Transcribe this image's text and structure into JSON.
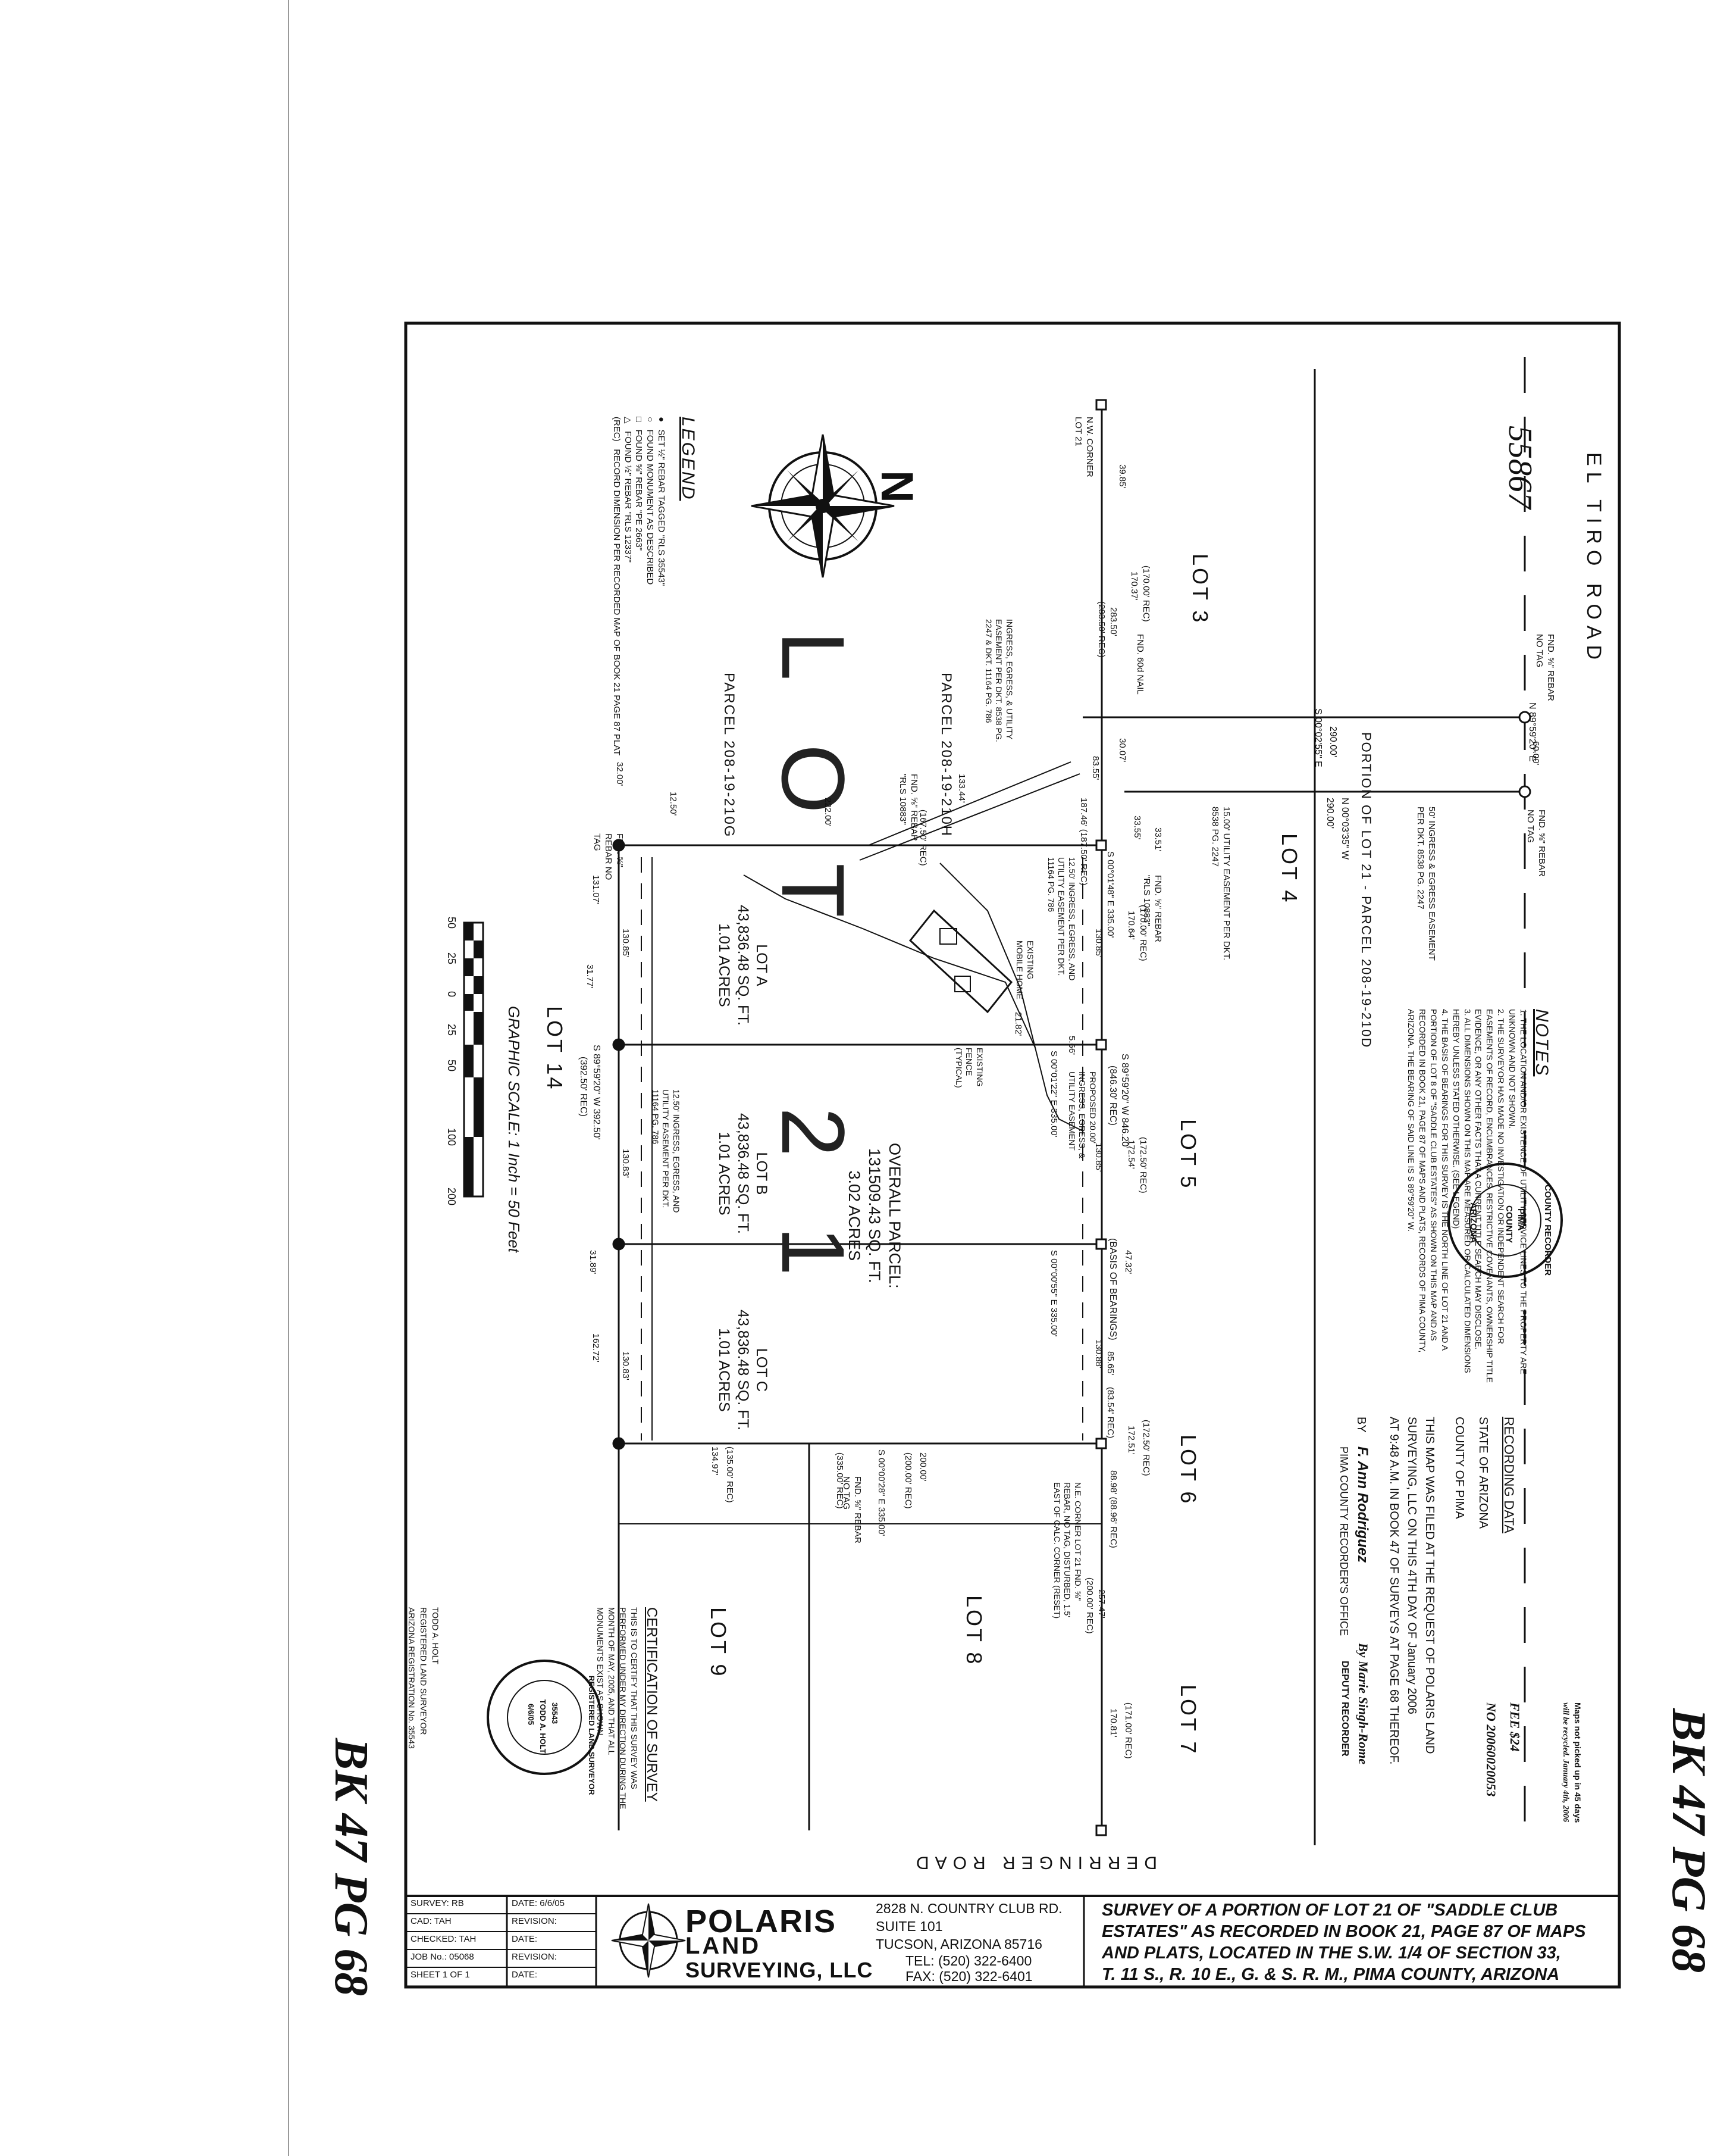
{
  "stamp_number": "55867",
  "book_page": "BK 47 PG 68",
  "roads": {
    "el_tiro": "EL TIRO ROAD",
    "derringer": "DERRINGER ROAD"
  },
  "lots": {
    "lot3": "LOT 3",
    "lot4": "LOT 4",
    "lot5": "LOT 5",
    "lot6": "LOT 6",
    "lot7": "LOT 7",
    "lot8": "LOT 8",
    "lot9": "LOT 9",
    "lot14": "LOT 14"
  },
  "parcels": {
    "lot_a": {
      "name": "LOT A",
      "area": "43,836.48 SQ. FT.",
      "acres": "1.01 ACRES"
    },
    "lot_b": {
      "name": "LOT B",
      "area": "43,836.48 SQ. FT.",
      "acres": "1.01 ACRES"
    },
    "lot_c": {
      "name": "LOT C",
      "area": "43,836.48 SQ. FT.",
      "acres": "1.01 ACRES"
    },
    "overall": {
      "name": "OVERALL PARCEL:",
      "area": "131509.43 SQ. FT.",
      "acres": "3.02 ACRES"
    },
    "p210h": "PARCEL 208-19-210H",
    "p210g": "PARCEL 208-19-210G",
    "p210d": "PORTION OF LOT 21 - PARCEL 208-19-210D"
  },
  "big_lot_letters": [
    "L",
    "O",
    "T",
    "2",
    "1"
  ],
  "bearings": {
    "b1": "S 00°02'55\" E",
    "b2": "290.00'",
    "b3": "N 00°03'35\" W",
    "b4": "290.00'",
    "b5": "S 00°01'48\" E 335.00'",
    "b6": "S 00°01'22\" E 335.00'",
    "b7": "S 00°00'55\" E 335.00'",
    "b8": "S 00°00'28\" E 335.00'",
    "b9": "S 89°59'20\" W 846.20'",
    "b10": "(846.30' REC)",
    "b11": "S 89°59'20\" W 392.50'",
    "b12": "(392.50' REC)",
    "b13": "N 89°59'20\" E",
    "b14": "(BASIS OF BEARINGS)",
    "b15": "200.00'",
    "b16": "(200.00' REC)",
    "b17": "222.00'",
    "b18": "(167.50' REC)",
    "b19": "(335.00' REC)",
    "b20": "130.85'",
    "b21": "130.85'",
    "b22": "130.88'",
    "b23": "130.85'",
    "b24": "130.83'",
    "b25": "130.83'",
    "b26": "170.37'",
    "b27": "(170.00' REC)",
    "b28": "283.50'",
    "b29": "(283.50' REC)",
    "b30": "39.85'",
    "b31": "30.07'",
    "b32": "33.55'",
    "b33": "83.55'",
    "b34": "33.51'",
    "b35": "12.50'",
    "b36": "32.00'",
    "b37": "31.77'",
    "b38": "162.72'",
    "b39": "131.07'",
    "b40": "47.32'",
    "b41": "5.66'",
    "b42": "21.82'",
    "b43": "60.00'",
    "b44": "31.89'",
    "b45": "172.54'",
    "b46": "(172.50' REC)",
    "b47": "170.64'",
    "b48": "(170.00' REC)",
    "b49": "257.47'",
    "b50": "(200.00' REC)",
    "b51": "170.81'",
    "b52": "(171.00' REC)",
    "b53": "134.97'",
    "b54": "(135.00' REC)",
    "b55": "85.65'",
    "b56": "(83.54' REC)",
    "b57": "172.51'",
    "b58": "(172.50' REC)",
    "b59": "88.98' (88.96' REC)",
    "b60": "133.44'",
    "b61": "187.46' (187.50' REC)"
  },
  "callouts": {
    "c1": "FND. ⅝\" REBAR NO TAG",
    "c2": "FND. 60d NAIL",
    "c3": "FND. ⅝\" REBAR NO TAG",
    "c4": "FND. ⅝\" REBAR \"RLS 10883\"",
    "c5": "FND. ⅝\" REBAR \"RLS 10883\"",
    "c6": "FND. ⅝\" REBAR NO TAG",
    "c7": "FND. ⅝\" REBAR NO TAG",
    "c8": "N.W. CORNER LOT 21",
    "c9": "N.E. CORNER LOT 21 FND. ⅝\" REBAR, NO TAG, DISTURBED, 1.5' EAST OF CALC. CORNER (RESET)",
    "c10": "50' INGRESS & EGRESS EASEMENT PER DKT. 8538 PG. 2247",
    "c11": "15.00' UTILITY EASEMENT PER DKT. 8538 PG. 2247",
    "c12": "INGRESS, EGRESS, & UTILITY EASEMENT PER DKT. 8538 PG. 2247 & DKT. 11164 PG. 786",
    "c13": "12.50' INGRESS, EGRESS, AND UTILITY EASEMENT PER DKT. 11164 PG. 786",
    "c14": "12.50' INGRESS, EGRESS, AND UTILITY EASEMENT PER DKT. 11164 PG. 786",
    "c15": "EXISTING MOBILE HOME",
    "c16": "EXISTING FENCE (TYPICAL)",
    "c17": "PROPOSED 20.00' INGRESS, EGRESS, & UTILITY EASEMENT"
  },
  "legend": {
    "title": "LEGEND",
    "items": [
      {
        "sym": "●",
        "text": "SET ½\" REBAR TAGGED \"RLS 35543\""
      },
      {
        "sym": "○",
        "text": "FOUND MONUMENT AS DESCRIBED"
      },
      {
        "sym": "□",
        "text": "FOUND ⅝\" REBAR \"PE 2663\""
      },
      {
        "sym": "△",
        "text": "FOUND ½\" REBAR \"RLS 12337\""
      },
      {
        "sym": "(REC)",
        "text": "RECORD DIMENSION PER RECORDED MAP OF BOOK 21 PAGE 87 PLAT"
      }
    ]
  },
  "north_label": "N",
  "scale": {
    "title": "GRAPHIC SCALE: 1 Inch = 50 Feet",
    "ticks": [
      "50",
      "25",
      "0",
      "25",
      "50",
      "100",
      "200"
    ]
  },
  "notes": {
    "title": "NOTES",
    "items": [
      "1. THE LOCATION AND/OR EXISTENCE OF UTILITY SERVICE LINES TO THE PROPERTY ARE UNKNOWN AND NOT SHOWN.",
      "2. THE SURVEYOR HAS MADE NO INVESTIGATION OR INDEPENDENT SEARCH FOR EASEMENTS OF RECORD, ENCUMBRANCES, RESTRICTIVE COVENANTS, OWNERSHIP TITLE EVIDENCE, OR ANY OTHER FACTS THAT A CURRENT TITLE SEARCH MAY DISCLOSE.",
      "3. ALL DIMENSIONS SHOWN ON THIS MAP ARE MEASURED OR CALCULATED DIMENSIONS HEREBY UNLESS STATED OTHERWISE. (SEE LEGEND)",
      "4. THE BASIS OF BEARINGS FOR THIS SURVEY IS THE NORTH LINE OF LOT 21 AND A PORTION OF LOT 8 OF \"SADDLE CLUB ESTATES\" AS SHOWN ON THIS MAP AND AS RECORDED IN BOOK 21, PAGE 87 OF MAPS AND PLATS, RECORDS OF PIMA COUNTY, ARIZONA. THE BEARING OF SAID LINE IS S 89°59'20\" W."
    ]
  },
  "recording": {
    "title": "RECORDING DATA",
    "state": "STATE OF ARIZONA",
    "county": "COUNTY OF PIMA",
    "line1": "THIS MAP WAS FILED AT THE REQUEST OF POLARIS LAND",
    "line2": "SURVEYING, LLC ON THIS 4TH DAY OF January 2006",
    "line3": "AT 9:48 A.M. IN BOOK 47 OF SURVEYS AT PAGE 68 THEREOF.",
    "by": "BY",
    "recorder_name": "F. Ann Rodriguez",
    "recorder_office": "PIMA COUNTY RECORDER'S OFFICE",
    "deputy_sig": "By Marie Singh-Rome",
    "deputy": "DEPUTY RECORDER",
    "fee": "FEE $24",
    "no": "NO 20060020053",
    "pickup1": "Maps not picked up in 45 days",
    "pickup2": "will be recycled. January 4th, 2006",
    "seal_ring": "COUNTY RECORDER",
    "seal_c1": "PIMA",
    "seal_c2": "COUNTY",
    "seal_c3": "ARIZONA"
  },
  "certification": {
    "title": "CERTIFICATION OF SURVEY",
    "body": "THIS IS TO CERTIFY THAT THIS SURVEY WAS PERFORMED UNDER MY DIRECTION DURING THE MONTH OF MAY, 2005, AND THAT ALL MONUMENTS EXIST AS SHOWN.",
    "name": "TODD A. HOLT",
    "role": "REGISTERED LAND SURVEYOR",
    "reg": "ARIZONA REGISTRATION No. 35543",
    "seal_ring": "REGISTERED LAND SURVEYOR",
    "seal_n": "35543",
    "seal_name": "TODD A. HOLT",
    "seal_date": "6/6/05"
  },
  "title_block": {
    "survey_by": "SURVEY: RB",
    "cad": "CAD: TAH",
    "checked": "CHECKED: TAH",
    "job": "JOB No.: 05068",
    "sheet": "SHEET 1 OF 1",
    "date": "DATE: 6/6/05",
    "rev1": "REVISION:",
    "date2": "DATE:",
    "rev2": "REVISION:",
    "date3": "DATE:",
    "company1": "POLARIS",
    "company2": "LAND",
    "company3": "SURVEYING, LLC",
    "addr1": "2828 N. COUNTRY CLUB RD.",
    "addr2": "SUITE 101",
    "addr3": "TUCSON, ARIZONA 85716",
    "tel": "TEL: (520) 322-6400",
    "fax": "FAX: (520) 322-6401",
    "title1": "SURVEY OF A PORTION OF LOT 21 OF \"SADDLE CLUB",
    "title2": "ESTATES\" AS RECORDED IN BOOK 21, PAGE 87 OF MAPS",
    "title3": "AND PLATS, LOCATED IN THE S.W. 1/4 OF SECTION 33,",
    "title4": "T. 11 S., R. 10 E., G. & S. R. M., PIMA COUNTY, ARIZONA"
  }
}
